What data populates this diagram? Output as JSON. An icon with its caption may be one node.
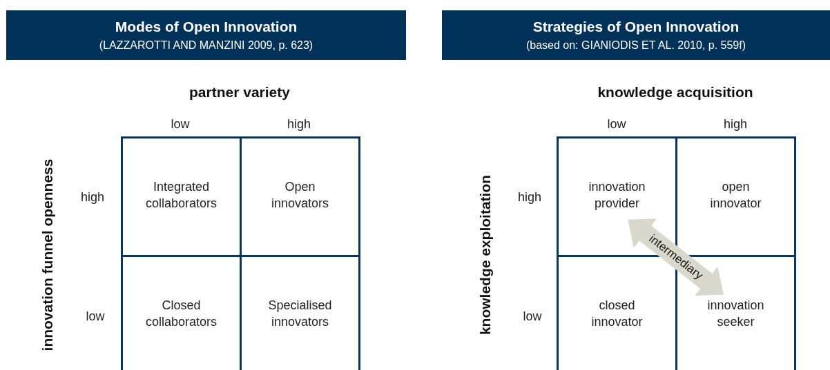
{
  "diagram": {
    "nodes": [
      {
        "text": [
          "Modes of Open Innovation",
          "(LAZZAROTTI AND MANZINI 2009, p. 623)"
        ]
      },
      {
        "text": [
          "Strategies of Open Innovation",
          "(based on: GIANIODIS ET AL. 2010, p. 559f)"
        ]
      },
      {
        "text": [
          "Integrated collaborators"
        ]
      },
      {
        "text": [
          "Open innovators"
        ]
      },
      {
        "text": [
          "Closed collaborators"
        ]
      },
      {
        "text": [
          "Specialised innovators"
        ]
      },
      {
        "text": [
          "innovation provider"
        ]
      },
      {
        "text": [
          "open innovator"
        ]
      },
      {
        "text": [
          "closed innovator"
        ]
      },
      {
        "text": [
          "innovation seeker"
        ]
      }
    ],
    "edges": [
      {
        "from": 6,
        "to": 9,
        "arrow": "both",
        "label": "intermediary",
        "style": "thick",
        "color": "#d9d8cc"
      }
    ],
    "labels": [
      "partner variety",
      "low",
      "high",
      "innovation funnel openness",
      "high",
      "low",
      "knowledge acquisition",
      "low",
      "high",
      "knowledge exploitation",
      "high",
      "low"
    ]
  }
}
